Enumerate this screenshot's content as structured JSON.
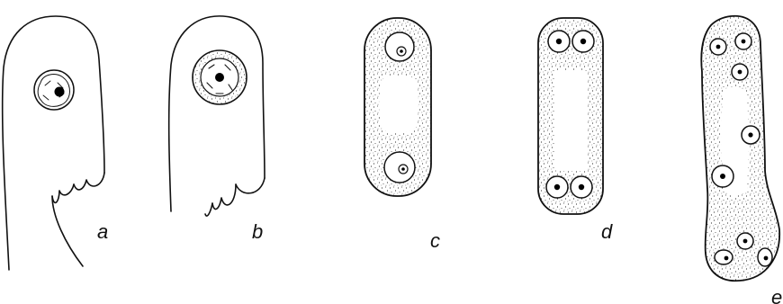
{
  "panels": [
    {
      "id": "a",
      "label": "a"
    },
    {
      "id": "b",
      "label": "b"
    },
    {
      "id": "c",
      "label": "c"
    },
    {
      "id": "d",
      "label": "d"
    },
    {
      "id": "e",
      "label": "e"
    }
  ],
  "colors": {
    "line": "#111111",
    "background": "#ffffff"
  }
}
